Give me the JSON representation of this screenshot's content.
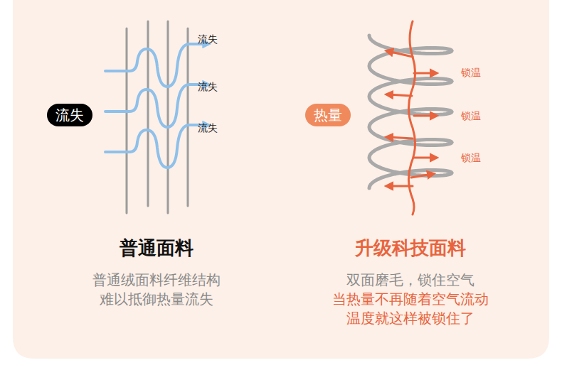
{
  "diagram": {
    "nodes": [
      {
        "text": [
          "流失"
        ]
      },
      {
        "text": [
          "热量"
        ]
      }
    ],
    "labels": [
      "流失",
      "流失",
      "流失",
      "锁温",
      "锁温",
      "锁温",
      "普通面料",
      "普通绒面料纤维结构",
      "难以抵御热量流失",
      "升级科技面料",
      "双面磨毛，锁住空气",
      "当热量不再随着空气流动",
      "温度就这样被锁住了"
    ]
  }
}
